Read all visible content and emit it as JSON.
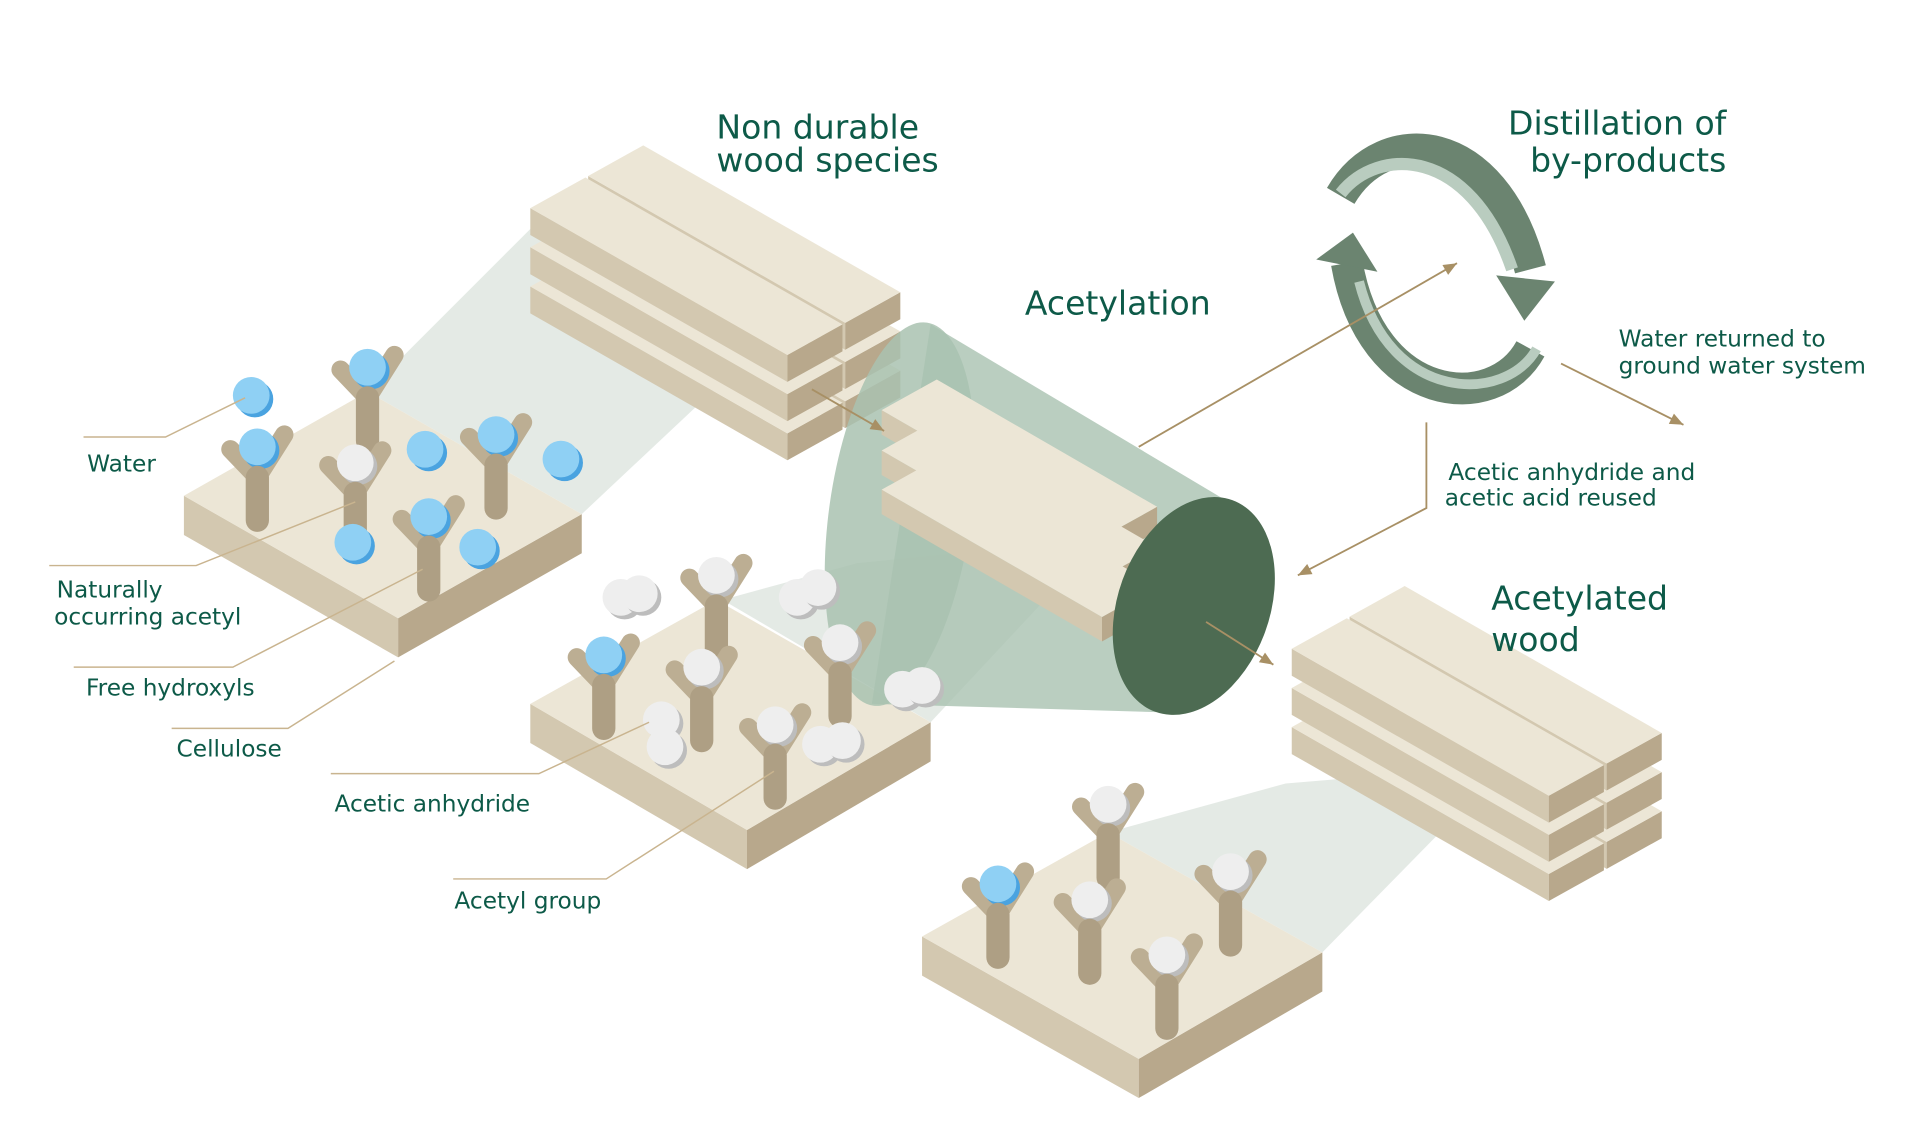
{
  "titles": {
    "non_durable_1": "Non durable",
    "non_durable_2": "wood species",
    "acetylation": "Acetylation",
    "distillation_1": "Distillation of",
    "distillation_2": "by-products",
    "acetylated_1": "Acetylated",
    "acetylated_2": "wood"
  },
  "labels": {
    "water": "Water",
    "naturally_1": "Naturally",
    "naturally_2": "occurring acetyl",
    "free_hydroxyls": "Free hydroxyls",
    "cellulose": "Cellulose",
    "acetic_anhydride": "Acetic anhydride",
    "acetyl_group": "Acetyl group",
    "water_returned_1": "Water returned to",
    "water_returned_2": "ground water system",
    "reused_1": "Acetic anhydride and",
    "reused_2": "acetic acid reused"
  },
  "colors": {
    "text": "#0d5a48",
    "wood_top": "#ece6d6",
    "wood_left": "#d3c8b0",
    "wood_right": "#b8a88c",
    "water": "#8fd0f4",
    "acetyl": "#eeeeee",
    "cylinder": "#a9c2b0",
    "cylinder_face": "#4d6b52",
    "cycle_dark": "#6b8470",
    "cycle_light": "#b9ccbf"
  }
}
